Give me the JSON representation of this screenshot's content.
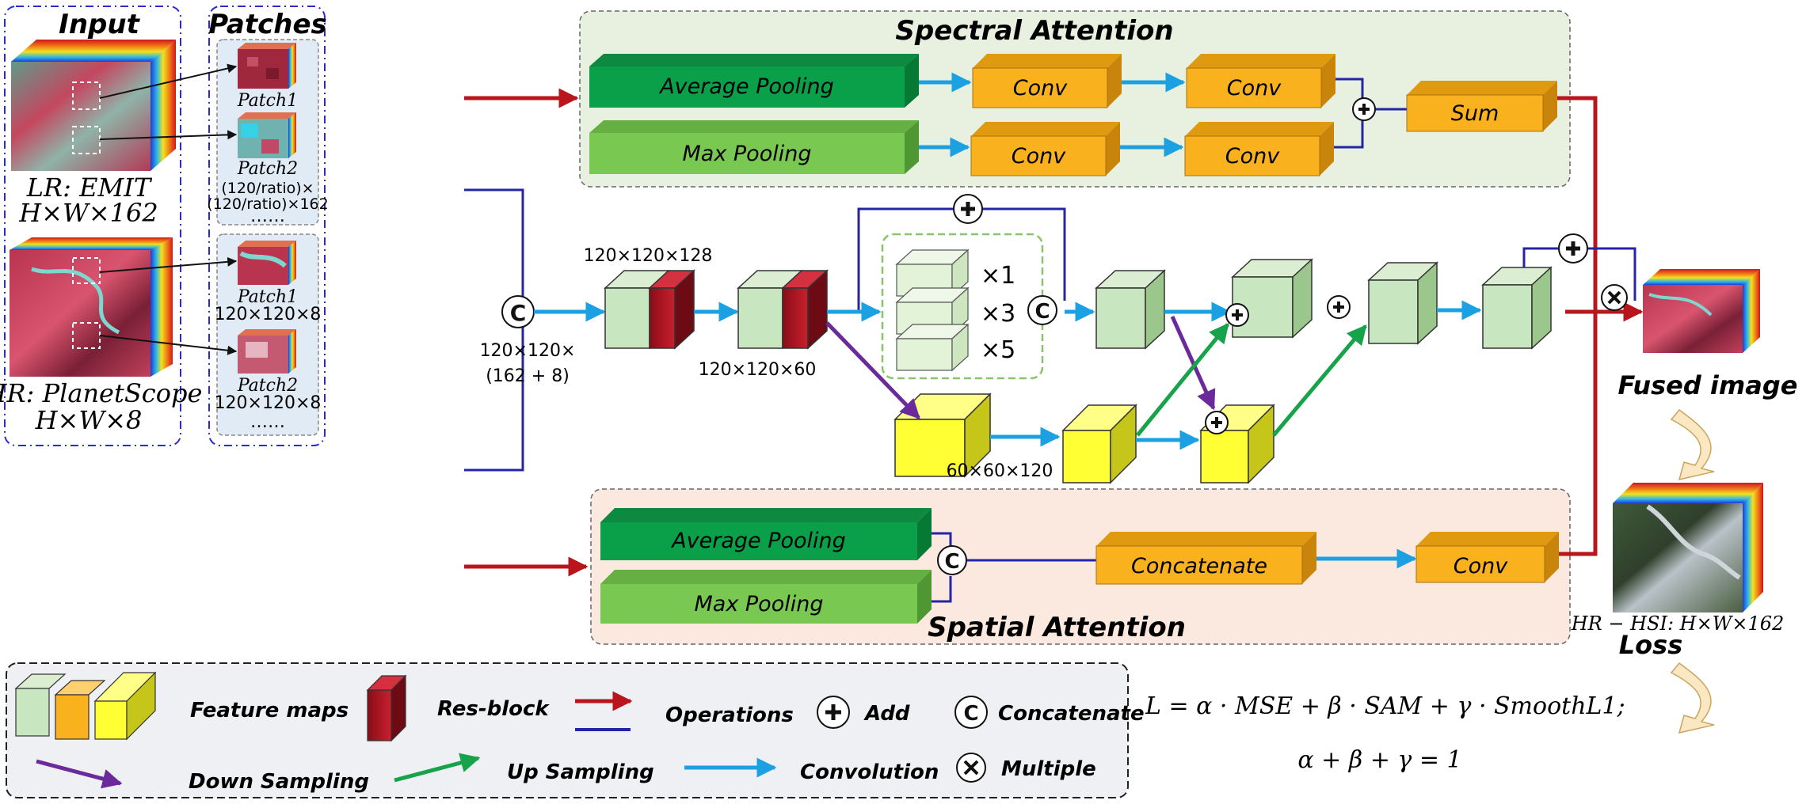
{
  "input_panel": {
    "title": "Input",
    "lr_name": "LR: EMIT",
    "lr_shape": "H×W×162",
    "hr_name": "HR: PlanetScope",
    "hr_shape": "H×W×8"
  },
  "patches_panel": {
    "title": "Patches",
    "lr_patch1": "Patch1",
    "lr_patch2": "Patch2",
    "lr_patch2_dim_line1": "(120/ratio)×",
    "lr_patch2_dim_line2": "(120/ratio)×162",
    "lr_ellipsis": "……",
    "hr_patch1": "Patch1",
    "hr_patch1_dim": "120×120×8",
    "hr_patch2": "Patch2",
    "hr_patch2_dim": "120×120×8",
    "hr_ellipsis": "……"
  },
  "spectral_attention": {
    "title": "Spectral Attention",
    "avg_pool": "Average Pooling",
    "max_pool": "Max Pooling",
    "conv": "Conv",
    "sum": "Sum"
  },
  "spatial_attention": {
    "title": "Spatial Attention",
    "avg_pool": "Average Pooling",
    "max_pool": "Max Pooling",
    "concatenate": "Concatenate",
    "conv": "Conv"
  },
  "backbone": {
    "concat_dim_line1": "120×120×",
    "concat_dim_line2": "(162 + 8)",
    "block1_dim": "120×120×128",
    "block2_dim": "120×120×60",
    "stack_x1": "×1",
    "stack_x3": "×3",
    "stack_x5": "×5",
    "yellow_dim": "60×60×120"
  },
  "outputs": {
    "fused_label": "Fused image",
    "hr_hsi_label": "HR − HSI: H×W×162",
    "loss_label": "Loss",
    "loss_formula": "L =  α · MSE + β · SAM + γ · SmoothL1;",
    "constraint": "α + β + γ = 1"
  },
  "legend": {
    "feature_maps": "Feature maps",
    "res_block": "Res-block",
    "operations": "Operations",
    "add": "Add",
    "concatenate": "Concatenate",
    "down_sampling": "Down Sampling",
    "up_sampling": "Up Sampling",
    "convolution": "Convolution",
    "multiple": "Multiple"
  },
  "colors": {
    "red_arrow": "#b8161c",
    "blue_line": "#2424a8",
    "conv_arrow": "#1ba1e2",
    "down_arrow": "#6a2a9a",
    "up_arrow": "#17a34a",
    "orange_box": "#f9b21e",
    "dark_green_box": "#0aa04a",
    "light_green_box": "#79c852",
    "feature_green": "#c8e6c0",
    "yellow_block": "#ffff33",
    "spectral_bg": "#e8f1df",
    "spatial_bg": "#fbe9e0",
    "patch_bg": "#e1ebf5"
  }
}
